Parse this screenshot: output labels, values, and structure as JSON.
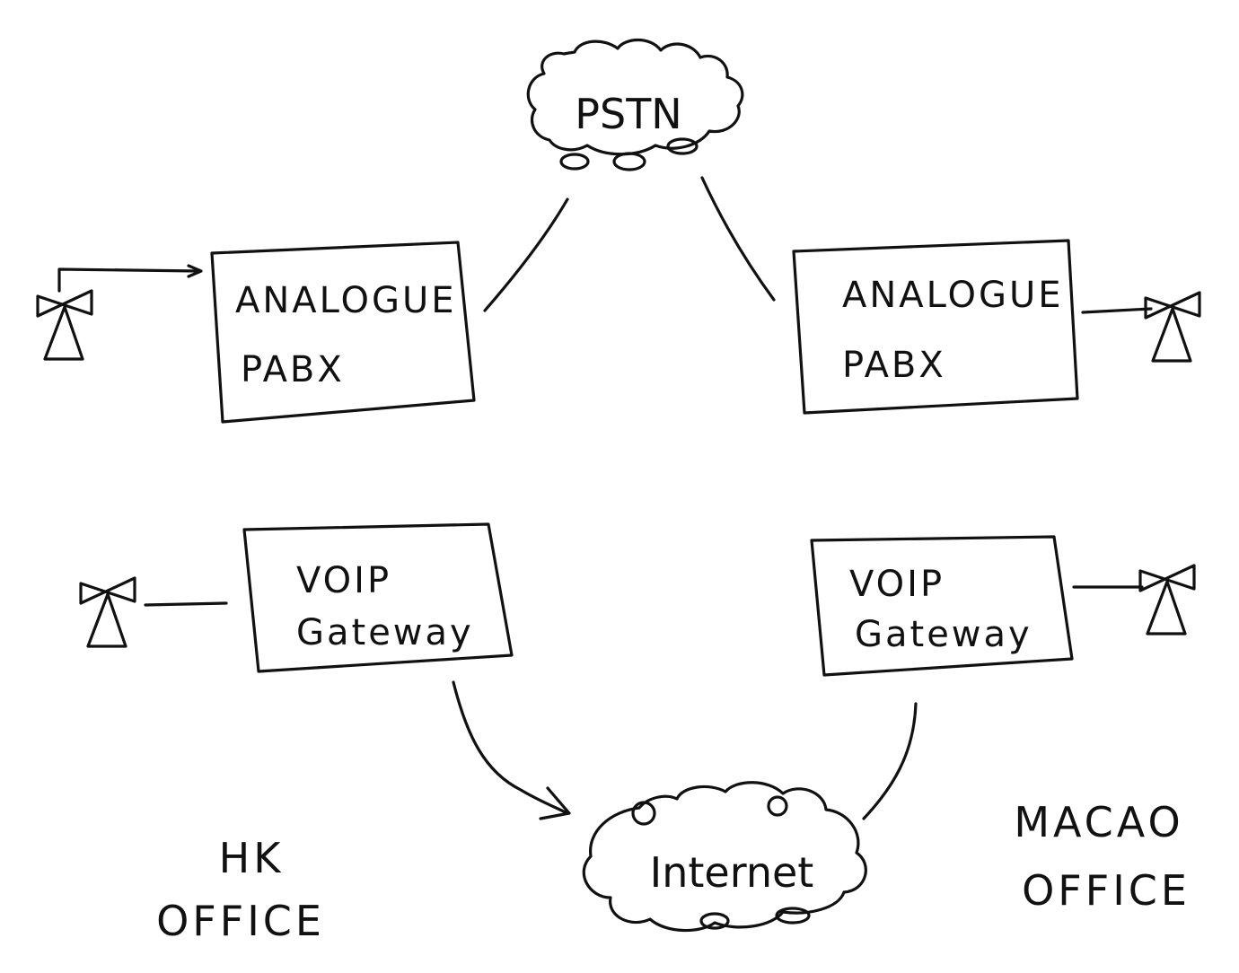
{
  "clouds": {
    "pstn": "PSTN",
    "internet": "Internet"
  },
  "hk": {
    "pabx_line1": "ANALOGUE",
    "pabx_line2": "PABX",
    "gateway_line1": "VOIP",
    "gateway_line2": "Gateway",
    "office_line1": "HK",
    "office_line2": "OFFICE"
  },
  "macao": {
    "pabx_line1": "ANALOGUE",
    "pabx_line2": "PABX",
    "gateway_line1": "VOIP",
    "gateway_line2": "Gateway",
    "office_line1": "MACAO",
    "office_line2": "OFFICE"
  },
  "icons": {
    "phone": "telephone-icon",
    "cloud": "cloud-icon"
  }
}
